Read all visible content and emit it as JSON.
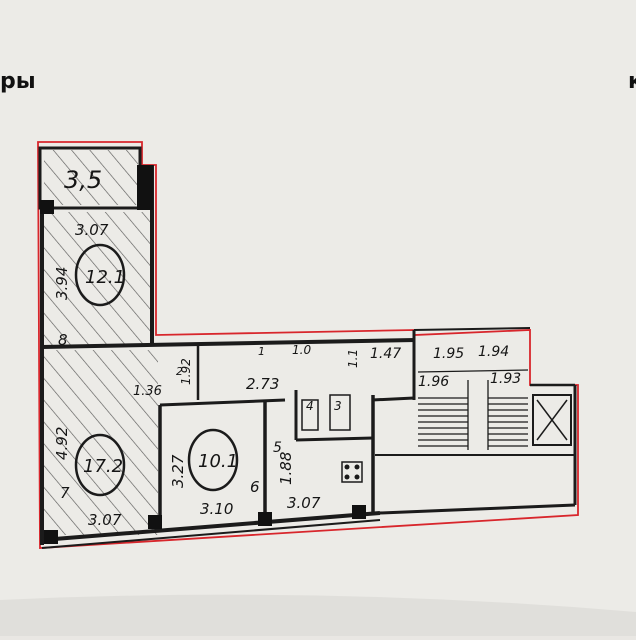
{
  "page": {
    "header_left": "ры",
    "header_right": "к"
  },
  "plan": {
    "colors": {
      "ink": "#1b1b1b",
      "outline": "#d8262c",
      "paper": "#eeece8",
      "hatch": "#2a2a2a"
    },
    "room_numbers": {
      "balcony": "3,5",
      "room_upper": "12.1",
      "room_lower": "17.2",
      "room_center": "10.1"
    },
    "dimensions": {
      "upper_width": "3.07",
      "upper_height": "3.94",
      "corridor_width": "1.36",
      "corridor_small": "1.92",
      "hall_width": "2.73",
      "bath_w1": "1.0",
      "bath_w2": "1.1",
      "stair_w1": "1.47",
      "stair_w2": "1.95",
      "stair_w3": "1.94",
      "stair_w4": "1.96",
      "stair_w5": "1.93",
      "lower_height": "4.92",
      "lower_width": "3.07",
      "center_height": "3.27",
      "center_width": "3.10",
      "kitchen_height": "1.88",
      "kitchen_width": "3.07"
    },
    "room_indices": {
      "upper": "8",
      "lower": "7",
      "center": "6",
      "kitchen": "5",
      "bath": "4",
      "wc": "3",
      "corridor": "1",
      "corridor2": "2"
    }
  }
}
